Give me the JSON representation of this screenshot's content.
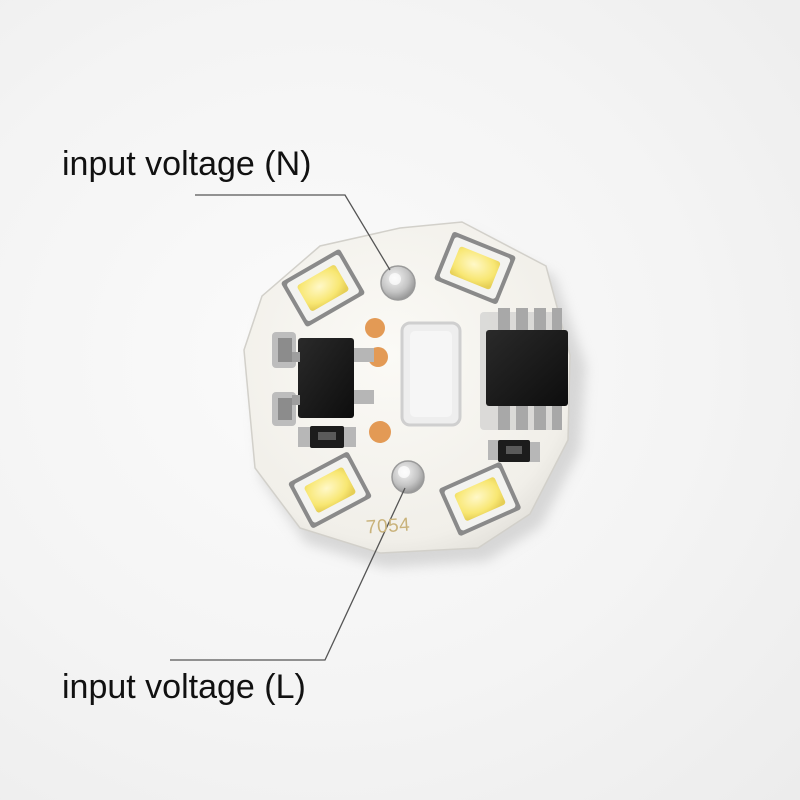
{
  "labels": {
    "neutral": "input voltage (N)",
    "live": "input voltage (L)"
  },
  "board_marking": "7054",
  "colors": {
    "background": "#f2f2f2",
    "pcb": "#f7f6f2",
    "pad_silver": "#c8c8c8",
    "pad_copper": "#e39a55",
    "led_phosphor": "#fbe87a",
    "chip": "#1a1a1a",
    "label_text": "#111111",
    "leader_line": "#555555"
  }
}
